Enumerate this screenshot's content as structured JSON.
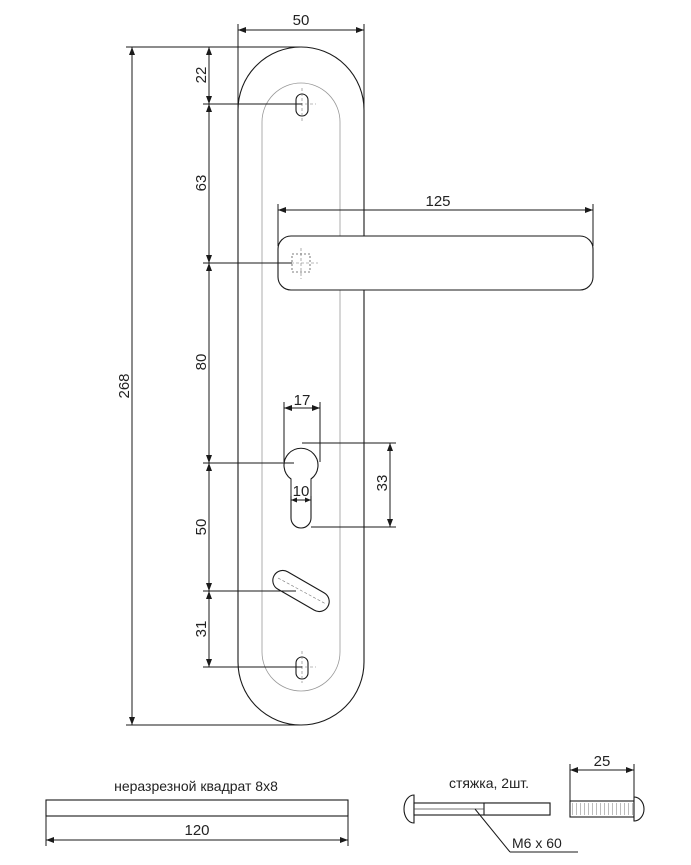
{
  "dimensions": {
    "plate_width": "50",
    "top_offset": "22",
    "screw_to_spindle": "63",
    "handle_length": "125",
    "overall_height": "268",
    "spindle_to_cylinder": "80",
    "cylinder_diameter": "17",
    "cylinder_slot": "10",
    "cylinder_height": "33",
    "cylinder_to_thumbturn": "50",
    "thumbturn_to_screw": "31",
    "bolt_length": "25"
  },
  "captions": {
    "spindle_label": "неразрезной квадрат 8х8",
    "spindle_length": "120",
    "bolts_label": "стяжка, 2шт.",
    "bolt_size": "М6 х 60"
  }
}
